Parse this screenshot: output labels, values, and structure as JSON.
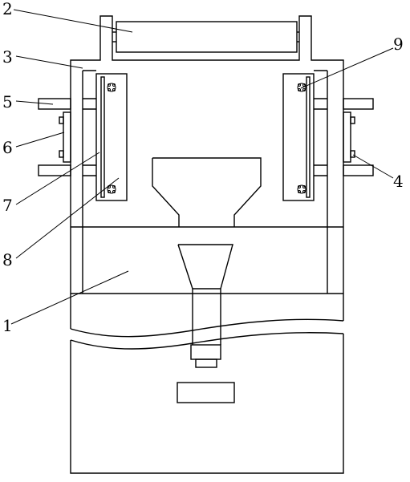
{
  "figure": {
    "callouts": [
      {
        "id": "callout-1",
        "text": "1"
      },
      {
        "id": "callout-2",
        "text": "2"
      },
      {
        "id": "callout-3",
        "text": "3"
      },
      {
        "id": "callout-4",
        "text": "4"
      },
      {
        "id": "callout-5",
        "text": "5"
      },
      {
        "id": "callout-6",
        "text": "6"
      },
      {
        "id": "callout-7",
        "text": "7"
      },
      {
        "id": "callout-8",
        "text": "8"
      },
      {
        "id": "callout-9",
        "text": "9"
      }
    ],
    "colors": {
      "stroke": "#000000",
      "background": "#ffffff"
    }
  }
}
